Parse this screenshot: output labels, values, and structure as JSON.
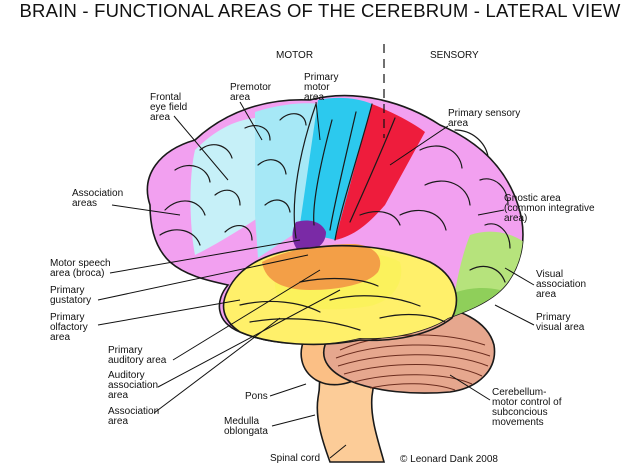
{
  "title": "BRAIN - FUNCTIONAL AREAS OF THE CEREBRUM - LATERAL VIEW",
  "header": {
    "motor": "MOTOR",
    "sensory": "SENSORY"
  },
  "labels": {
    "frontal_eye_field": [
      "Frontal",
      "eye field",
      "area"
    ],
    "premotor": [
      "Premotor",
      "area"
    ],
    "primary_motor": [
      "Primary",
      "motor",
      "area"
    ],
    "primary_sensory": [
      "Primary sensory",
      "area"
    ],
    "association_areas": [
      "Association",
      "areas"
    ],
    "gnostic": [
      "Gnostic area",
      "(common integrative",
      "area)"
    ],
    "motor_speech": [
      "Motor speech",
      "area (broca)"
    ],
    "primary_gustatory": [
      "Primary",
      "gustatory"
    ],
    "primary_olfactory": [
      "Primary",
      "olfactory",
      "area"
    ],
    "visual_association": [
      "Visual",
      "association",
      "area"
    ],
    "primary_visual": [
      "Primary",
      "visual area"
    ],
    "primary_auditory": [
      "Primary",
      "auditory area"
    ],
    "auditory_association": [
      "Auditory",
      "association",
      "area"
    ],
    "pons": [
      "Pons"
    ],
    "association_area": [
      "Association",
      "area"
    ],
    "cerebellum": [
      "Cerebellum-",
      "motor control of",
      "subconcious",
      "movements"
    ],
    "medulla": [
      "Medulla",
      "oblongata"
    ],
    "spinal_cord": [
      "Spinal cord"
    ]
  },
  "copyright": "© Leonard Dank 2008",
  "colors": {
    "association_pink": "#f2a0f0",
    "frontal_eye_field": "#c6f0f8",
    "premotor": "#a6e8f6",
    "primary_motor": "#2cc9ee",
    "primary_sensory": "#ee1c3c",
    "broca": "#7a2aa6",
    "auditory": "#f39f47",
    "auditory_association": "#fbf25c",
    "temporal_assoc": "#fff06a",
    "visual_association": "#b6e37c",
    "primary_visual": "#8fcf5a",
    "cerebellum": "#e6a78e",
    "brainstem": "#fccc98"
  }
}
